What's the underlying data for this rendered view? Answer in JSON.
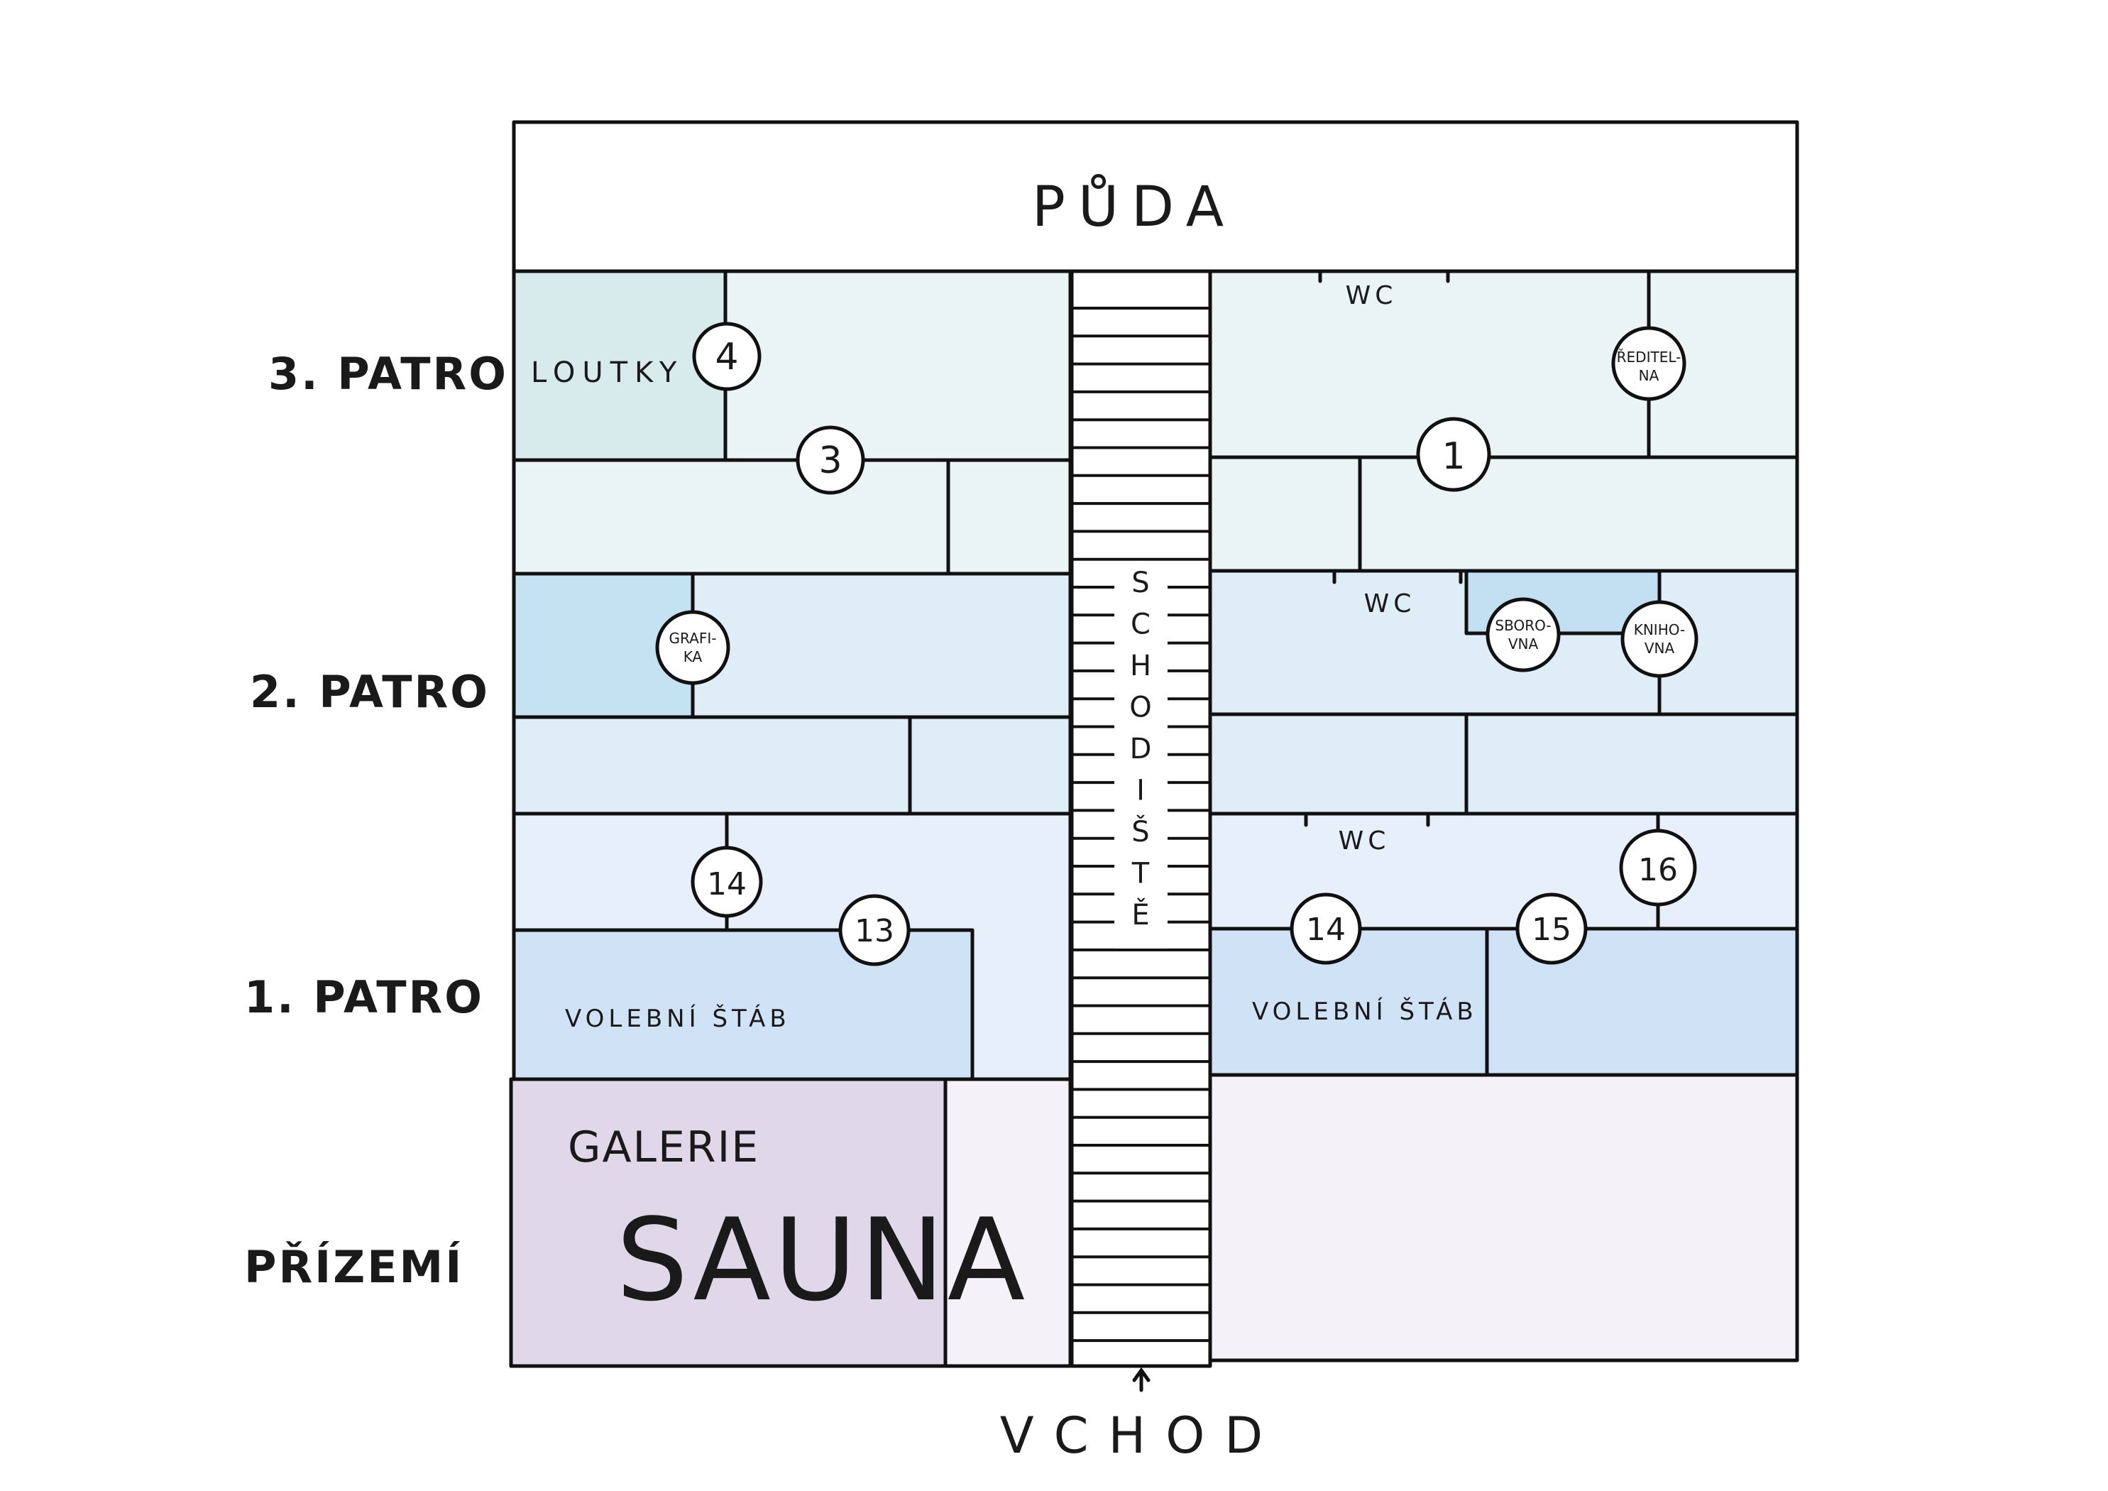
{
  "attic": {
    "label": "PŮDA"
  },
  "entrance": {
    "label": "VCHOD"
  },
  "stairs": {
    "letters": [
      "S",
      "C",
      "H",
      "O",
      "D",
      "I",
      "Š",
      "T",
      "Ě"
    ]
  },
  "floors": {
    "f3": "3. PATRO",
    "f2": "2. PATRO",
    "f1": "1. PATRO",
    "f0": "PŘÍZEMÍ"
  },
  "rooms": {
    "loutky": "LOUTKY",
    "wc3": "WC",
    "wc2": "WC",
    "wc1": "WC",
    "volebni_left": "VOLEBNÍ ŠTÁB",
    "volebni_right": "VOLEBNÍ ŠTÁB",
    "galerie": "GALERIE",
    "sauna": "SAUNA"
  },
  "doors": {
    "d4": "4",
    "d3": "3",
    "d1": "1",
    "reditelna_1": "ŘEDITEL-",
    "reditelna_2": "NA",
    "grafika_1": "GRAFI-",
    "grafika_2": "KA",
    "sborovna_1": "SBORO-",
    "sborovna_2": "VNA",
    "knihovna_1": "KNIHO-",
    "knihovna_2": "VNA",
    "d14_left": "14",
    "d13": "13",
    "d14_right": "14",
    "d15": "15",
    "d16": "16"
  },
  "colors": {
    "floor3": "#eaf4f5",
    "loutky": "#d7ebec",
    "floor2": "#dfeef6",
    "grafika": "#c5e2f2",
    "sborovna": "#c2e0f2",
    "floor1": "#e7effa",
    "volebni": "#d0e2f6",
    "ground": "#f4f2f8",
    "galerie": "#e0d8e8"
  }
}
